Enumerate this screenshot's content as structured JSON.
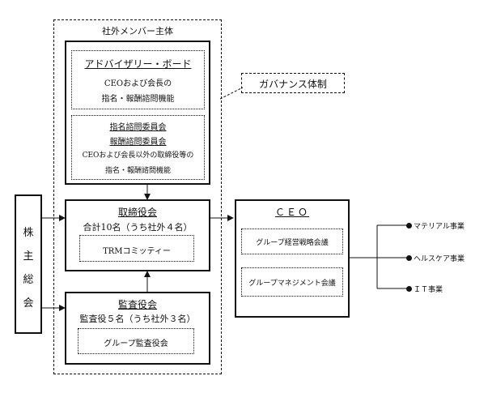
{
  "outer_group_label": "社外メンバー主体",
  "advisory": {
    "title": "アドバイザリー・ボード",
    "line1": "CEOおよび会長の",
    "line2": "指名・報酬諮問機能"
  },
  "committees": {
    "nomination": "指名諮問委員会",
    "compensation": "報酬諮問委員会",
    "line1": "CEOおよび会長以外の取締役等の",
    "line2": "指名・報酬諮問機能"
  },
  "governance_label": "ガバナンス体制",
  "shareholders": [
    "株",
    "主",
    "総",
    "会"
  ],
  "board": {
    "title": "取締役会",
    "members": "合計10名（うち社外４名）",
    "trm": "TRMコミッティー"
  },
  "audit": {
    "title": "監査役会",
    "members": "監査役５名（うち社外３名）",
    "group": "グループ監査役会"
  },
  "ceo": {
    "title": "ＣＥＯ",
    "strategy": "グループ経営戦略会議",
    "management": "グループマネジメント会議"
  },
  "businesses": [
    "マテリアル事業",
    "ヘルスケア事業",
    "ＩＴ事業"
  ]
}
